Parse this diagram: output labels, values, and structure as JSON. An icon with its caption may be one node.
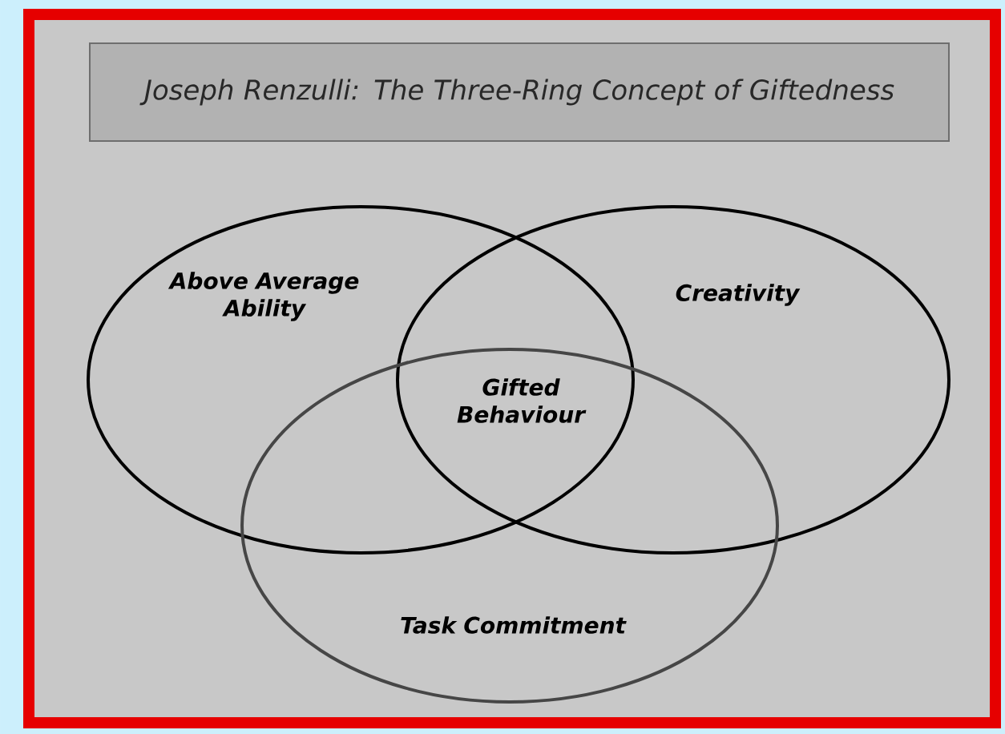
{
  "diagram": {
    "title": "Joseph Renzulli: The Three-Ring Concept of Giftedness",
    "nodes": [
      {
        "text": [
          "Above Average Ability"
        ]
      },
      {
        "text": [
          "Creativity"
        ]
      },
      {
        "text": [
          "Task Commitment"
        ]
      }
    ],
    "labels": [
      "Gifted Behaviour"
    ]
  }
}
